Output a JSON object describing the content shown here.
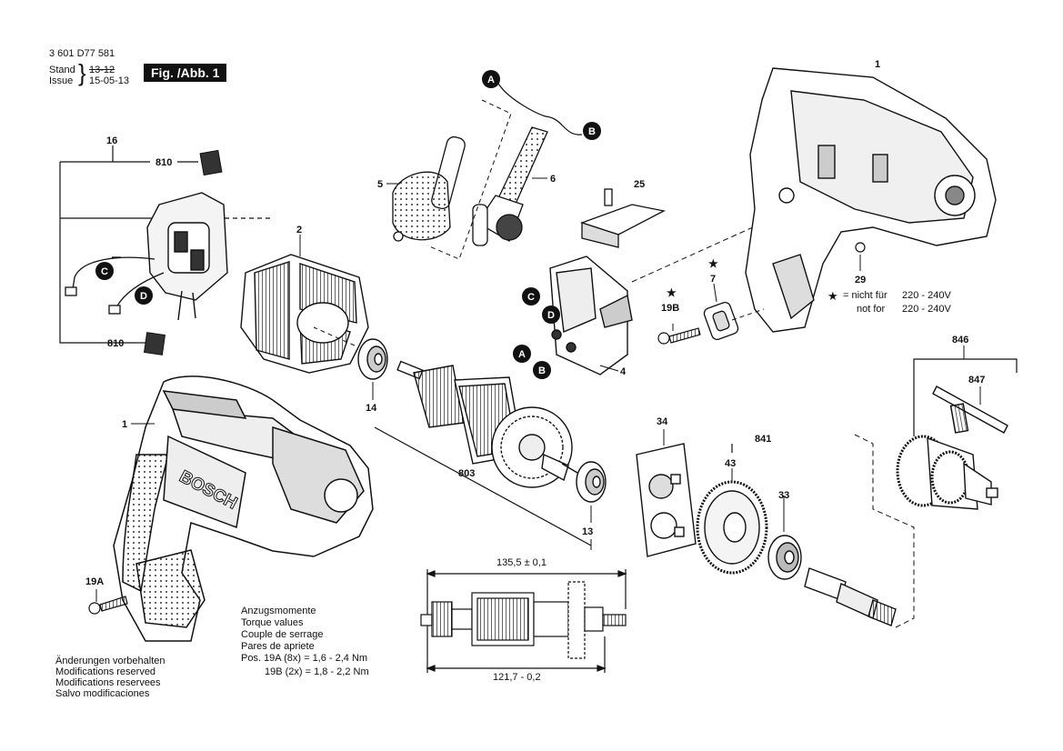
{
  "header": {
    "part_number": "3 601 D77 581",
    "stand_label": "Stand",
    "stand_value": "13-12",
    "issue_label": "Issue",
    "issue_value": "15-05-13",
    "figure": "Fig. /Abb. 1"
  },
  "callouts": {
    "p1_top": "1",
    "p1_left": "1",
    "p2": "2",
    "p4": "4",
    "p5": "5",
    "p6": "6",
    "p7": "7",
    "p13": "13",
    "p14": "14",
    "p16": "16",
    "p19a": "19A",
    "p19b": "19B",
    "p25": "25",
    "p29": "29",
    "p33": "33",
    "p34": "34",
    "p43": "43",
    "p803": "803",
    "p810_top": "810",
    "p810_bottom": "810",
    "p841": "841",
    "p846": "846",
    "p847": "847"
  },
  "wire_markers": {
    "a1": "A",
    "b1": "B",
    "c1": "C",
    "d1": "D",
    "a2": "A",
    "b2": "B",
    "c2": "C",
    "d2": "D"
  },
  "star_note": {
    "star": "★",
    "line1_prefix": "=  nicht für",
    "line1_value": "220 - 240V",
    "line2_prefix": "not for",
    "line2_value": "220 - 240V"
  },
  "dimensions": {
    "top": "135,5 ± 0,1",
    "bottom": "121,7 - 0,2"
  },
  "torque": {
    "title_de": "Anzugsmomente",
    "title_en": "Torque values",
    "title_fr": "Couple de serrage",
    "title_es": "Pares de apriete",
    "row1": "Pos. 19A (8x)  =  1,6  -  2,4 Nm",
    "row2": "19B (2x)  =  1,8  -  2,2 Nm"
  },
  "footer": {
    "de": "Änderungen vorbehalten",
    "en": "Modifications reserved",
    "fr": "Modifications reservees",
    "es": "Salvo modificaciones"
  },
  "brand": "BOSCH"
}
